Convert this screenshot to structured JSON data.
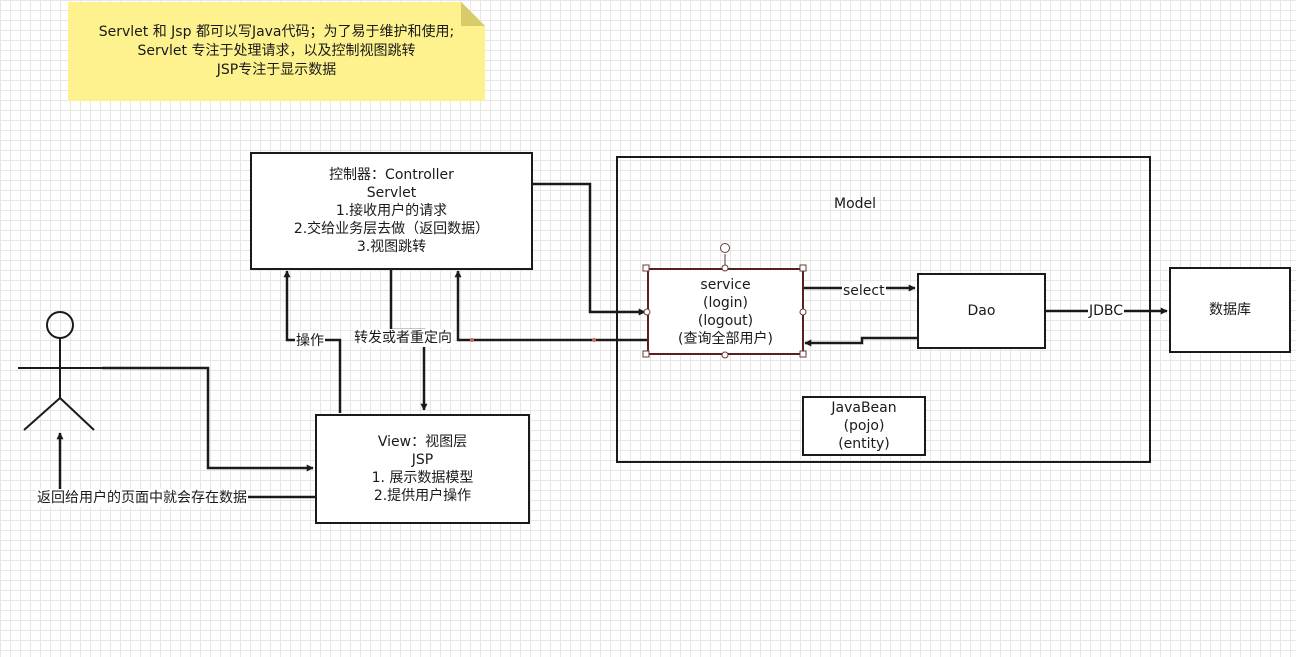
{
  "note": {
    "lines": [
      "Servlet 和 Jsp  都可以写Java代码；为了易于维护和使用;",
      "Servlet 专注于处理请求，以及控制视图跳转",
      "JSP专注于显示数据"
    ]
  },
  "controller": {
    "lines": [
      "控制器：Controller",
      "Servlet",
      "1.接收用户的请求",
      "2.交给业务层去做（返回数据）",
      "3.视图跳转"
    ]
  },
  "view": {
    "lines": [
      "View：视图层",
      "JSP",
      "1. 展示数据模型",
      "2.提供用户操作"
    ]
  },
  "model": {
    "title": "Model"
  },
  "service": {
    "lines": [
      "service",
      "(login)",
      "(logout)",
      "(查询全部用户)"
    ]
  },
  "dao": {
    "label": "Dao"
  },
  "javabean": {
    "lines": [
      "JavaBean",
      "(pojo)",
      "(entity)"
    ]
  },
  "database": {
    "label": "数据库"
  },
  "edge_labels": {
    "select": "select",
    "jdbc": "JDBC",
    "operate": "操作",
    "forward": "转发或者重定向",
    "return_data": "返回给用户的页面中就会存在数据"
  }
}
